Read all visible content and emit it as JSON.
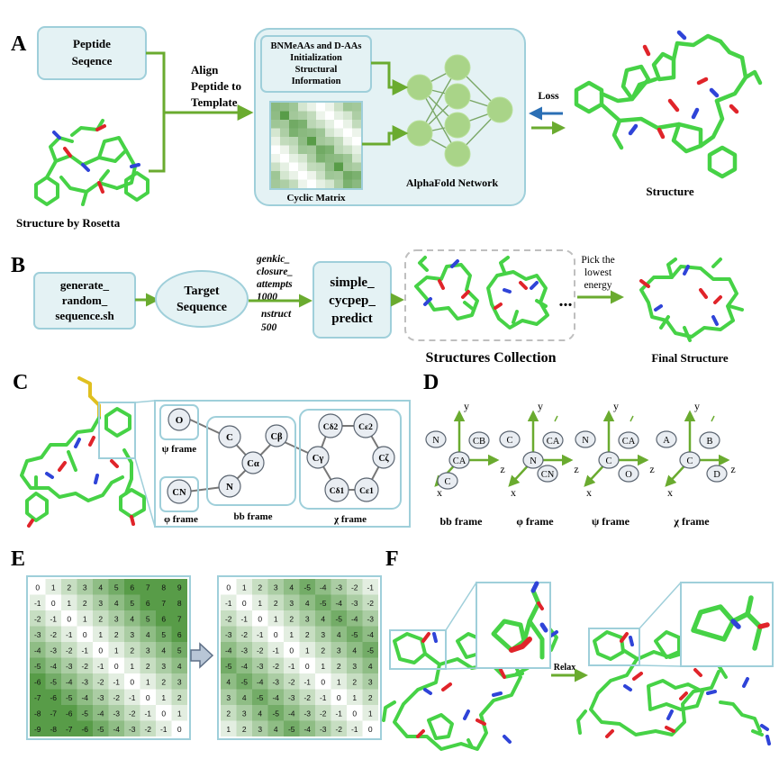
{
  "colors": {
    "box_fill": "#e4f2f4",
    "box_stroke": "#9fcfda",
    "arrow_green": "#6aab2f",
    "node_green": "#a9d488",
    "stick_green": "#46d246",
    "oxygen_red": "#e0242a",
    "nitrogen_blue": "#2f44d8",
    "loss_arrow_blue": "#2b6fb5",
    "circle_fill": "#e9edf2",
    "matrix_dark": "#3a8a28"
  },
  "panelA": {
    "label": "A",
    "peptide_line1": "Peptide",
    "peptide_line2": "Seqence",
    "rosetta_caption": "Structure by Rosetta",
    "align_line1": "Align",
    "align_line2": "Peptide to",
    "align_line3": "Template",
    "init_line1": "BNMeAAs and D-AAs",
    "init_line2": "Initialization",
    "init_line3": "Structural",
    "init_line4": "Information",
    "cyclic_matrix": "Cyclic Matrix",
    "network": "AlphaFold Network",
    "loss": "Loss",
    "structure": "Structure"
  },
  "panelB": {
    "label": "B",
    "gen_line1": "generate_",
    "gen_line2": "random_",
    "gen_line3": "sequence.sh",
    "target_line1": "Target",
    "target_line2": "Sequence",
    "param1": "genkic_",
    "param2": "closure_",
    "param3": "attempts",
    "param4": "1000",
    "param5": "nstruct",
    "param6": "500",
    "simple_line1": "simple_",
    "simple_line2": "cycpep_",
    "simple_line3": "predict",
    "ellipsis": "...",
    "collection": "Structures Collection",
    "pick_line1": "Pick the",
    "pick_line2": "lowest",
    "pick_line3": "energy",
    "final": "Final Structure"
  },
  "panelC": {
    "label": "C",
    "atom_O": "O",
    "atom_CN": "CN",
    "atom_C": "C",
    "atom_Cb": "Cβ",
    "atom_Ca": "Cα",
    "atom_N": "N",
    "atom_Cg": "Cγ",
    "atom_Cd2": "Cδ2",
    "atom_Ce2": "Cε2",
    "atom_Cz": "Cζ",
    "atom_Ce1": "Cε1",
    "atom_Cd1": "Cδ1",
    "psi_frame": "ψ frame",
    "phi_frame": "φ frame",
    "bb_frame": "bb frame",
    "chi_frame": "χ frame"
  },
  "panelD": {
    "label": "D",
    "axis_y": "y",
    "axis_z": "z",
    "axis_x": "x",
    "bb": {
      "origin": "CA",
      "a": "N",
      "b": "CB",
      "c": "C",
      "caption": "bb frame"
    },
    "phi": {
      "origin": "N",
      "a": "C",
      "b": "CA",
      "c": "CN",
      "caption": "φ frame"
    },
    "psi": {
      "origin": "C",
      "a": "N",
      "b": "CA",
      "c": "O",
      "caption": "ψ frame"
    },
    "chi": {
      "origin": "C",
      "a": "A",
      "b": "B",
      "c": "D",
      "caption": "χ frame"
    }
  },
  "panelE": {
    "label": "E",
    "matrix1": [
      [
        0,
        1,
        2,
        3,
        4,
        5,
        6,
        7,
        8,
        9
      ],
      [
        -1,
        0,
        1,
        2,
        3,
        4,
        5,
        6,
        7,
        8
      ],
      [
        -2,
        -1,
        0,
        1,
        2,
        3,
        4,
        5,
        6,
        7
      ],
      [
        -3,
        -2,
        -1,
        0,
        1,
        2,
        3,
        4,
        5,
        6
      ],
      [
        -4,
        -3,
        -2,
        -1,
        0,
        1,
        2,
        3,
        4,
        5
      ],
      [
        -5,
        -4,
        -3,
        -2,
        -1,
        0,
        1,
        2,
        3,
        4
      ],
      [
        -6,
        -5,
        -4,
        -3,
        -2,
        -1,
        0,
        1,
        2,
        3
      ],
      [
        -7,
        -6,
        -5,
        -4,
        -3,
        -2,
        -1,
        0,
        1,
        2
      ],
      [
        -8,
        -7,
        -6,
        -5,
        -4,
        -3,
        -2,
        -1,
        0,
        1
      ],
      [
        -9,
        -8,
        -7,
        -6,
        -5,
        -4,
        -3,
        -2,
        -1,
        0
      ]
    ],
    "matrix2": [
      [
        0,
        1,
        2,
        3,
        4,
        -5,
        -4,
        -3,
        -2,
        -1
      ],
      [
        -1,
        0,
        1,
        2,
        3,
        4,
        -5,
        -4,
        -3,
        -2
      ],
      [
        -2,
        -1,
        0,
        1,
        2,
        3,
        4,
        -5,
        -4,
        -3
      ],
      [
        -3,
        -2,
        -1,
        0,
        1,
        2,
        3,
        4,
        -5,
        -4
      ],
      [
        -4,
        -3,
        -2,
        -1,
        0,
        1,
        2,
        3,
        4,
        -5
      ],
      [
        -5,
        -4,
        -3,
        -2,
        -1,
        0,
        1,
        2,
        3,
        4
      ],
      [
        4,
        -5,
        -4,
        -3,
        -2,
        -1,
        0,
        1,
        2,
        3
      ],
      [
        3,
        4,
        -5,
        -4,
        -3,
        -2,
        -1,
        0,
        1,
        2
      ],
      [
        2,
        3,
        4,
        -5,
        -4,
        -3,
        -2,
        -1,
        0,
        1
      ],
      [
        1,
        2,
        3,
        4,
        -5,
        -4,
        -3,
        -2,
        -1,
        0
      ]
    ]
  },
  "panelF": {
    "label": "F",
    "relax": "Relax"
  }
}
